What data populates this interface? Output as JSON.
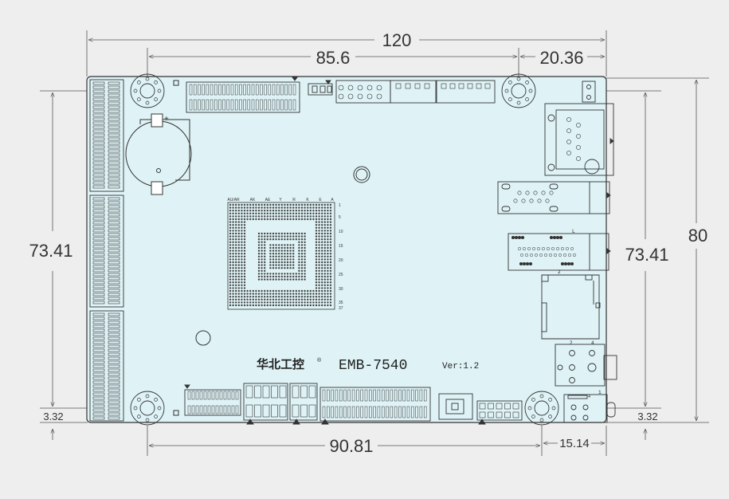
{
  "colors": {
    "background": "#eeeeee",
    "board": "#dff3f6",
    "line": "#333333",
    "dim_line": "#555555"
  },
  "dimensions": {
    "total_width": "120",
    "hole_span_top": "85.6",
    "right_offset_top": "20.36",
    "hole_span_bottom": "90.81",
    "right_offset_bottom": "15.14",
    "total_height": "80",
    "hole_span_left": "73.41",
    "hole_span_right": "73.41",
    "edge_offset_left": "3.32",
    "edge_offset_right": "3.32"
  },
  "board": {
    "logo": "华北工控",
    "logo_mark": "®",
    "model": "EMB-7540",
    "version": "Ver:1.2"
  },
  "bga": {
    "column_labels": [
      "AU/AR",
      "AK",
      "AE",
      "Y",
      "R",
      "K",
      "E",
      "A"
    ],
    "row_labels": [
      "1",
      "5",
      "10",
      "15",
      "20",
      "25",
      "30",
      "35",
      "37"
    ]
  },
  "pin_marks": [
    "2",
    "4",
    "1",
    "2",
    "4",
    "L"
  ]
}
